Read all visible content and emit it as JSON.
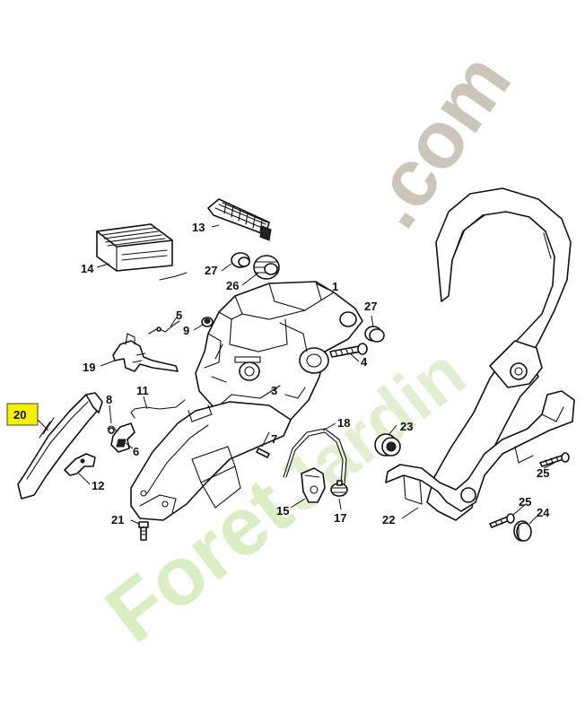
{
  "diagram": {
    "callouts": [
      {
        "id": "1",
        "label": "1"
      },
      {
        "id": "3",
        "label": "3"
      },
      {
        "id": "4",
        "label": "4"
      },
      {
        "id": "5",
        "label": "5"
      },
      {
        "id": "6",
        "label": "6"
      },
      {
        "id": "7",
        "label": "7"
      },
      {
        "id": "8",
        "label": "8"
      },
      {
        "id": "9",
        "label": "9"
      },
      {
        "id": "11",
        "label": "11"
      },
      {
        "id": "12",
        "label": "12"
      },
      {
        "id": "13",
        "label": "13"
      },
      {
        "id": "14",
        "label": "14"
      },
      {
        "id": "15",
        "label": "15"
      },
      {
        "id": "17",
        "label": "17"
      },
      {
        "id": "18",
        "label": "18"
      },
      {
        "id": "19",
        "label": "19"
      },
      {
        "id": "20",
        "label": "20"
      },
      {
        "id": "21",
        "label": "21"
      },
      {
        "id": "22",
        "label": "22"
      },
      {
        "id": "23",
        "label": "23"
      },
      {
        "id": "24",
        "label": "24"
      },
      {
        "id": "25a",
        "label": "25"
      },
      {
        "id": "25b",
        "label": "25"
      },
      {
        "id": "26",
        "label": "26"
      },
      {
        "id": "27a",
        "label": "27"
      },
      {
        "id": "27b",
        "label": "27"
      }
    ],
    "highlighted_callout": "20",
    "highlight_color": "#f5f000",
    "watermark": {
      "dark_text": "Foret",
      "accent_text": "Jardin",
      "suffix_text": ".com",
      "light_green": "#d8ecc0",
      "accent_orange": "#f4c896",
      "gray": "#c9c2b8"
    }
  }
}
